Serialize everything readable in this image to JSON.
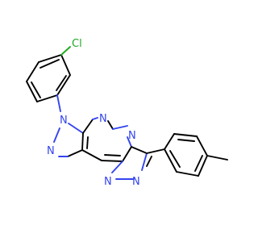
{
  "colors": {
    "background": "#ffffff",
    "carbon_bond": "#000000",
    "nitrogen": "#3344ee",
    "chlorine": "#22a822"
  },
  "atoms": {
    "cl": "Cl",
    "n_pyrazole_aryl": "N",
    "n_pyrazole_2": "N",
    "n_pyrimidine": "N",
    "n_bridgehead": "N",
    "n_triazole_1": "N",
    "n_triazole_2": "N"
  }
}
